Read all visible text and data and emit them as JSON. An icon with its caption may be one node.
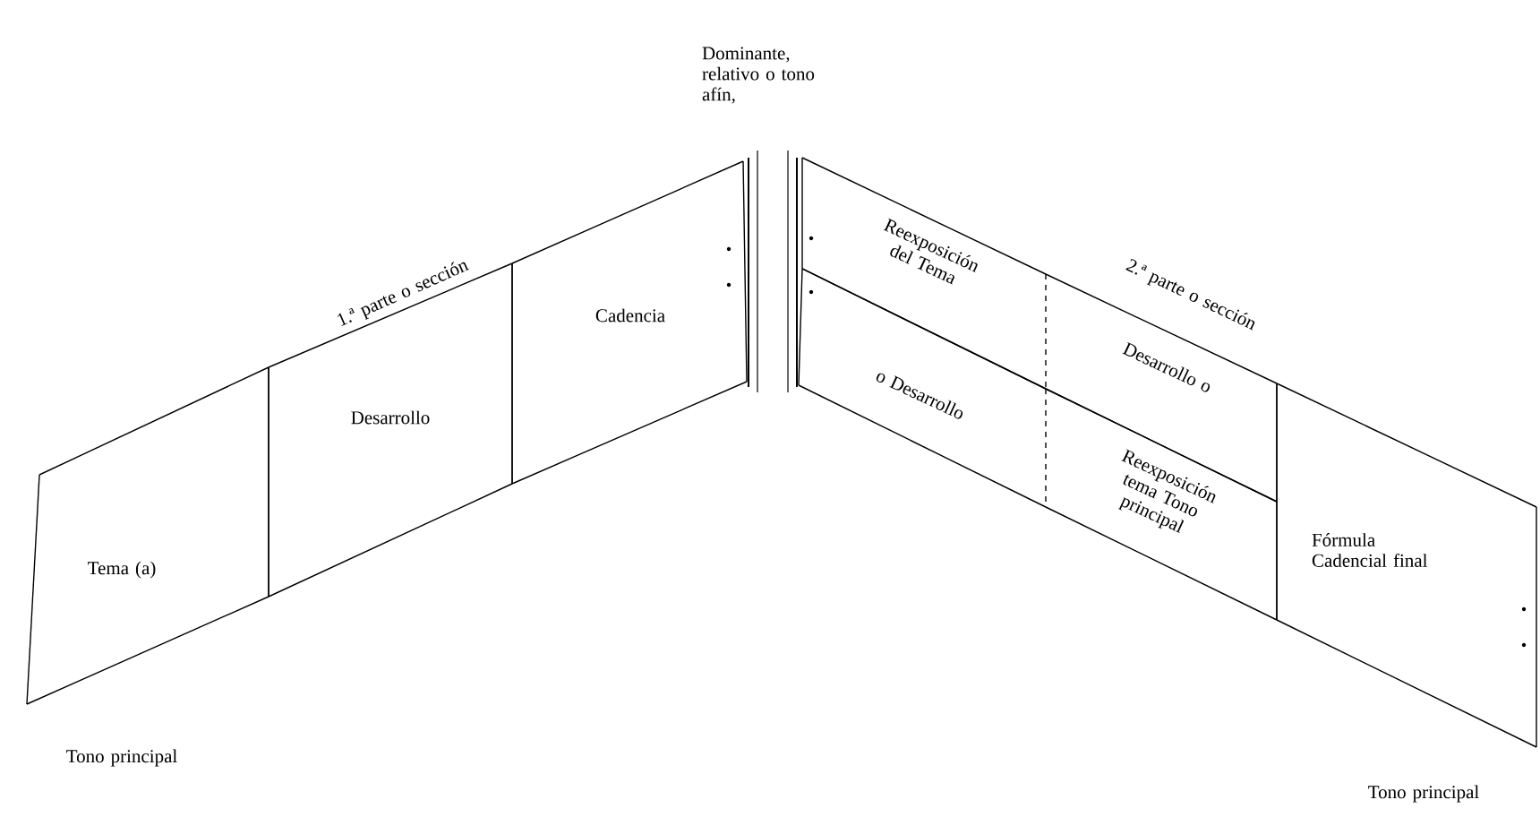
{
  "diagram": {
    "nodes": [
      {
        "text": [
          "Tema (a)"
        ]
      },
      {
        "text": [
          "Desarrollo"
        ]
      },
      {
        "text": [
          "Cadencia"
        ]
      },
      {
        "text": [
          "Reexposición del Tema"
        ]
      },
      {
        "text": [
          "o Desarrollo"
        ]
      },
      {
        "text": [
          "Desarrollo o"
        ]
      },
      {
        "text": [
          "Reexposición tema Tono principal"
        ]
      },
      {
        "text": [
          "Fórmula Cadencial final"
        ]
      }
    ],
    "labels": [
      "Dominante, relativo o tono afín,",
      "1.ª parte o sección",
      "2.ª parte o sección",
      "Tono principal",
      "Tono principal"
    ]
  }
}
